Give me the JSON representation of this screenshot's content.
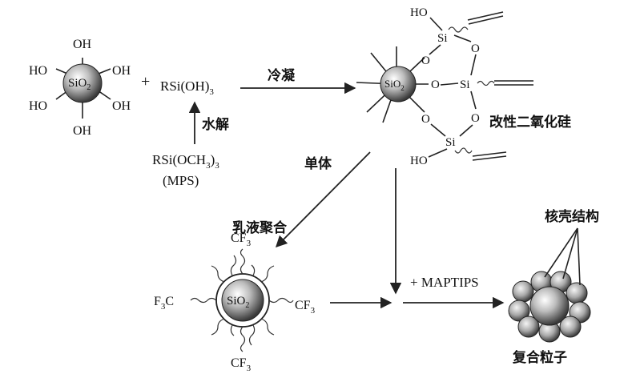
{
  "reactants": {
    "silica_core": "SiO",
    "silica_sub": "2",
    "hydroxyl": "OH",
    "hydroxyl_left": "HO",
    "plus": "+",
    "silanol_prefix": "RSi(OH)",
    "silanol_sub": "3",
    "hydrolysis": "水解",
    "mps_formula_prefix": "RSi(OCH",
    "mps_sub1": "3",
    "mps_close": ")",
    "mps_sub2": "3",
    "mps_name": "(MPS)"
  },
  "steps": {
    "condensation": "冷凝",
    "modified_silica": "改性二氧化硅",
    "monomer": "单体",
    "emulsion_polymerization": "乳液聚合",
    "plus_maptips": "+ MAPTIPS",
    "core_shell": "核壳结构",
    "composite_particle": "复合粒子"
  },
  "modified": {
    "core": "SiO",
    "core_sub": "2",
    "si": "Si",
    "o": "O",
    "ho": "HO"
  },
  "fluorinated": {
    "core": "SiO",
    "core_sub": "2",
    "cf3_prefix": "CF",
    "cf3_sub": "3",
    "f3c_prefix": "F",
    "f3c_sub": "3",
    "f3c_suffix": "C"
  }
}
